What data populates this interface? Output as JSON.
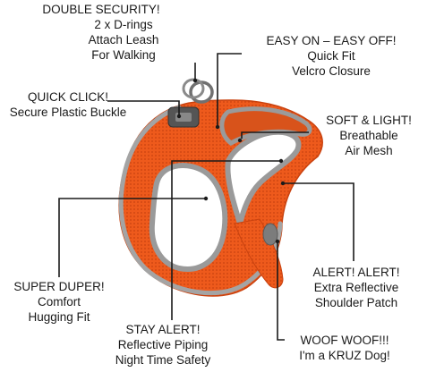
{
  "callouts": {
    "d_rings": {
      "line1": "DOUBLE SECURITY!",
      "line2": "2 x D-rings",
      "line3": "Attach Leash",
      "line4": "For Walking"
    },
    "velcro": {
      "line1": "EASY ON – EASY OFF!",
      "line2": "Quick Fit",
      "line3": "Velcro Closure"
    },
    "buckle": {
      "line1": "QUICK CLICK!",
      "line2": "Secure Plastic Buckle"
    },
    "mesh": {
      "line1": "SOFT & LIGHT!",
      "line2": "Breathable",
      "line3": "Air Mesh"
    },
    "comfort": {
      "line1": "SUPER DUPER!",
      "line2": "Comfort",
      "line3": "Hugging Fit"
    },
    "patch": {
      "line1": "ALERT! ALERT!",
      "line2": "Extra Reflective",
      "line3": "Shoulder Patch"
    },
    "piping": {
      "line1": "STAY ALERT!",
      "line2": "Reflective Piping",
      "line3": "Night Time Safety"
    },
    "brand": {
      "line1": "WOOF WOOF!!!",
      "line2": "I'm a KRUZ Dog!"
    }
  },
  "colors": {
    "harness": "#ee5a1c",
    "harness_dark": "#c9420f",
    "piping": "#9a9a9a",
    "line": "#1a1a1a",
    "text": "#1a1a1a"
  }
}
